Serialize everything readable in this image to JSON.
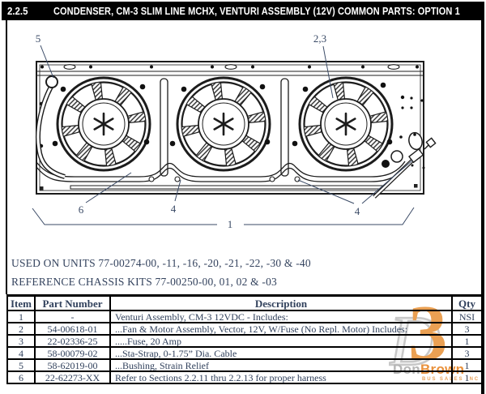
{
  "header": {
    "section": "2.2.5",
    "title": "CONDENSER, CM-3  SLIM LINE MCHX, VENTURI ASSEMBLY (12V) COMMON PARTS: OPTION 1"
  },
  "diagram": {
    "callouts": {
      "c5": "5",
      "c23": "2,3",
      "c6": "6",
      "c4_left": "4",
      "c4_right": "4",
      "c1": "1"
    }
  },
  "notes": {
    "used_on": "USED ON UNITS 77-00274-00, -11, -16, -20, -21, -22, -30 & -40",
    "reference": "REFERENCE CHASSIS KITS 77-00250-00, 01, 02 & -03"
  },
  "table": {
    "headers": [
      "Item",
      "Part Number",
      "Description",
      "Qty"
    ],
    "rows": [
      {
        "item": "1",
        "part": "-",
        "desc": "Venturi Assembly, CM-3 12VDC - Includes:",
        "qty": "NSI"
      },
      {
        "item": "2",
        "part": "54-00618-01",
        "desc": "...Fan & Motor Assembly, Vector, 12V, W/Fuse (No Repl. Motor) Includes:",
        "qty": "3"
      },
      {
        "item": "3",
        "part": "22-02336-25",
        "desc": ".....Fuse, 20 Amp",
        "qty": "1"
      },
      {
        "item": "4",
        "part": "58-00079-02",
        "desc": "...Sta-Strap, 0-1.75” Dia. Cable",
        "qty": "3"
      },
      {
        "item": "5",
        "part": "58-62019-00",
        "desc": "...Bushing, Strain Relief",
        "qty": "1"
      },
      {
        "item": "6",
        "part": "22-62273-XX",
        "desc": "Refer to Sections 2.2.11 thru 2.2.13 for proper harness",
        "qty": "1"
      }
    ]
  },
  "watermark": {
    "numeral": "3",
    "swoosh": "D",
    "name_gray": "Don",
    "name_orange": "Brown",
    "subtext": "BUS SALES INC",
    "orange_color": "#e8913d",
    "gray_color": "#c8c8c8"
  }
}
